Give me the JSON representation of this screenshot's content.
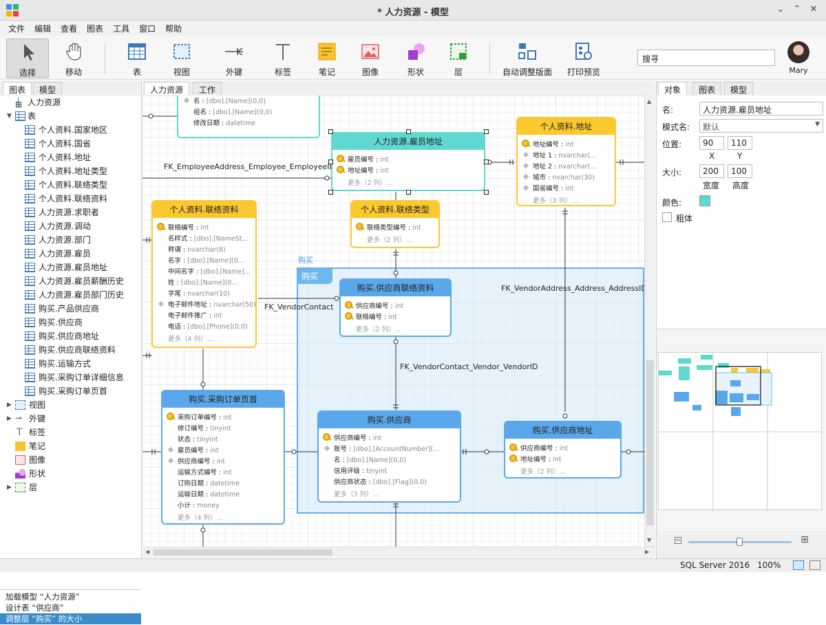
{
  "window": {
    "title": "* 人力资源 - 模型"
  },
  "menu": [
    "文件",
    "编辑",
    "查看",
    "图表",
    "工具",
    "窗口",
    "帮助"
  ],
  "toolbar": {
    "tools": [
      "选择",
      "移动",
      "表",
      "视图",
      "外键",
      "标签",
      "笔记",
      "图像",
      "形状",
      "层",
      "自动调整版面",
      "打印预览"
    ],
    "search_placeholder": "搜寻",
    "user": "Mary"
  },
  "left": {
    "tabs": [
      "图表",
      "模型"
    ],
    "root": "人力资源",
    "tables_group": "表",
    "tables": [
      "个人资料.国家地区",
      "个人资料.国省",
      "个人资料.地址",
      "个人资料.地址类型",
      "个人资料.联络类型",
      "个人资料.联络资料",
      "人力资源.求职者",
      "人力资源.调动",
      "人力资源.部门",
      "人力资源.雇员",
      "人力资源.雇员地址",
      "人力资源.雇员薪酬历史",
      "人力资源.雇员部门历史",
      "购买.产品供应商",
      "购买.供应商",
      "购买.供应商地址",
      "购买.供应商联络资料",
      "购买.运输方式",
      "购买.采购订单详细信息",
      "购买.采购订单页首"
    ],
    "groups": [
      "视图",
      "外键",
      "标签",
      "笔记",
      "图像",
      "形状",
      "层"
    ],
    "history": [
      "加载模型 “人力资源”",
      "设计表 “供应商”",
      "调整层 “购买” 的大小"
    ]
  },
  "canvas": {
    "tabs": [
      "人力资源",
      "工作"
    ],
    "layer": {
      "name": "购买",
      "caption": "购买"
    },
    "relations": [
      "FK_EmployeeAddress_Employee_EmployeeID",
      "FK_VendorContact",
      "FK_VendorAddress_Address_AddressID",
      "FK_VendorContact_Vendor_VendorID"
    ],
    "entities": [
      {
        "id": "e0",
        "title": "",
        "fields": [
          {
            "n": "名",
            "t": "[dbo].[Name](0,0)",
            "k": "d"
          },
          {
            "n": "组名",
            "t": "[dbo].[Name](0,0)",
            "k": ""
          },
          {
            "n": "修改日期",
            "t": "datetime",
            "k": ""
          }
        ],
        "more": ""
      },
      {
        "id": "e1",
        "title": "人力资源.雇员地址",
        "fields": [
          {
            "n": "雇员编号",
            "t": "int",
            "k": "k"
          },
          {
            "n": "地址编号",
            "t": "int",
            "k": "k"
          }
        ],
        "more": "更多（2 列）..."
      },
      {
        "id": "e2",
        "title": "个人资料.地址",
        "fields": [
          {
            "n": "地址编号",
            "t": "int",
            "k": "k"
          },
          {
            "n": "地址 1",
            "t": "nvarchar(...",
            "k": "d"
          },
          {
            "n": "地址 2",
            "t": "nvarchar(...",
            "k": "d"
          },
          {
            "n": "城市",
            "t": "nvarchar(30)",
            "k": "d"
          },
          {
            "n": "国省编号",
            "t": "int",
            "k": "d"
          }
        ],
        "more": "更多（3 列）..."
      },
      {
        "id": "e3",
        "title": "个人资料.联络资料",
        "fields": [
          {
            "n": "联络编号",
            "t": "int",
            "k": "k"
          },
          {
            "n": "名样式",
            "t": "[dbo].[NameSt...",
            "k": ""
          },
          {
            "n": "称谓",
            "t": "nvarchar(8)",
            "k": ""
          },
          {
            "n": "名字",
            "t": "[dbo].[Name](0...",
            "k": ""
          },
          {
            "n": "中间名字",
            "t": "[dbo].[Name]...",
            "k": ""
          },
          {
            "n": "姓",
            "t": "[dbo].[Name](0...",
            "k": ""
          },
          {
            "n": "字尾",
            "t": "nvarchar(10)",
            "k": ""
          },
          {
            "n": "电子邮件地址",
            "t": "nvarchar(50)",
            "k": "d"
          },
          {
            "n": "电子邮件推广",
            "t": "int",
            "k": ""
          },
          {
            "n": "电话",
            "t": "[dbo].[Phone](0,0)",
            "k": ""
          }
        ],
        "more": "更多（4 列）..."
      },
      {
        "id": "e4",
        "title": "个人资料.联络类型",
        "fields": [
          {
            "n": "联络类型编号",
            "t": "int",
            "k": "k"
          }
        ],
        "more": "更多（2 列）..."
      },
      {
        "id": "e5",
        "title": "购买.供应商联络资料",
        "fields": [
          {
            "n": "供应商编号",
            "t": "int",
            "k": "k"
          },
          {
            "n": "联络编号",
            "t": "int",
            "k": "k"
          }
        ],
        "more": "更多（2 列）..."
      },
      {
        "id": "e6",
        "title": "购买.采购订单页首",
        "fields": [
          {
            "n": "采购订单编号",
            "t": "int",
            "k": "k"
          },
          {
            "n": "修订编号",
            "t": "tinyint",
            "k": ""
          },
          {
            "n": "状态",
            "t": "tinyint",
            "k": ""
          },
          {
            "n": "雇员编号",
            "t": "int",
            "k": "d"
          },
          {
            "n": "供应商编号",
            "t": "int",
            "k": "d"
          },
          {
            "n": "运输方式编号",
            "t": "int",
            "k": ""
          },
          {
            "n": "订购日期",
            "t": "datetime",
            "k": ""
          },
          {
            "n": "运输日期",
            "t": "datetime",
            "k": ""
          },
          {
            "n": "小计",
            "t": "money",
            "k": ""
          }
        ],
        "more": "更多（4 列）..."
      },
      {
        "id": "e7",
        "title": "购买.供应商",
        "fields": [
          {
            "n": "供应商编号",
            "t": "int",
            "k": "k"
          },
          {
            "n": "账号",
            "t": "[dbo].[AccountNumber](...",
            "k": "d"
          },
          {
            "n": "名",
            "t": "[dbo].[Name](0,0)",
            "k": ""
          },
          {
            "n": "信用评级",
            "t": "tinyint",
            "k": ""
          },
          {
            "n": "供应商状态",
            "t": "[dbo].[Flag](0,0)",
            "k": ""
          }
        ],
        "more": "更多（3 列）..."
      },
      {
        "id": "e8",
        "title": "购买.供应商地址",
        "fields": [
          {
            "n": "供应商编号",
            "t": "int",
            "k": "k"
          },
          {
            "n": "地址编号",
            "t": "int",
            "k": "k"
          }
        ],
        "more": "更多（2 列）..."
      }
    ]
  },
  "right": {
    "tabs": [
      "对象",
      "图表",
      "模型"
    ],
    "name_label": "名:",
    "name": "人力资源.雇员地址",
    "schema_label": "模式名:",
    "schema": "默认",
    "pos_label": "位置:",
    "x": "90",
    "y": "110",
    "x_label": "X",
    "y_label": "Y",
    "size_label": "大小:",
    "w": "200",
    "h": "100",
    "w_label": "宽度",
    "h_label": "高度",
    "color_label": "颜色:",
    "color": "#5fd8cf",
    "bold_label": "粗体"
  },
  "status": {
    "db": "SQL Server 2016",
    "zoom": "100%"
  },
  "colors": {
    "teal": "#5fd8cf",
    "yellow": "#fbc82f",
    "blue": "#5aa8ea",
    "layer": "#e8f3fc",
    "select": "#3b8cc8"
  }
}
